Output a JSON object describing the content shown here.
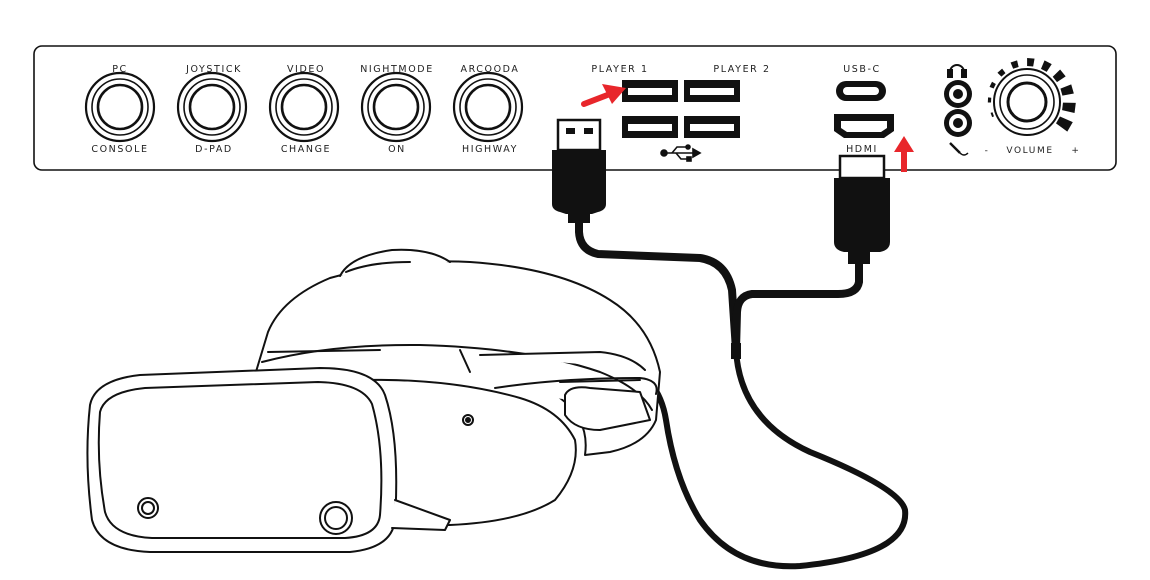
{
  "panel": {
    "buttons": [
      {
        "top": "PC",
        "bottom": "CONSOLE"
      },
      {
        "top": "JOYSTICK",
        "bottom": "D-PAD"
      },
      {
        "top": "VIDEO",
        "bottom": "CHANGE"
      },
      {
        "top": "NIGHTMODE",
        "bottom": "ON"
      },
      {
        "top": "ARCOODA",
        "bottom": "HIGHWAY"
      }
    ],
    "player1_label": "PLAYER 1",
    "player2_label": "PLAYER 2",
    "usbc_label": "USB-C",
    "hdmi_label": "HDMI",
    "volume_label": "VOLUME",
    "volume_minus": "-",
    "volume_plus": "+",
    "usb_symbol": "usb-icon",
    "headphone_symbol": "headphone-icon",
    "mic_symbol": "microphone-icon"
  },
  "colors": {
    "outline": "#111111",
    "accent_arrow": "#e8262b",
    "background": "#ffffff"
  },
  "icons": {
    "headset": "vr-headset-icon",
    "usb_plug": "usb-a-plug-icon",
    "hdmi_plug": "hdmi-plug-icon"
  }
}
